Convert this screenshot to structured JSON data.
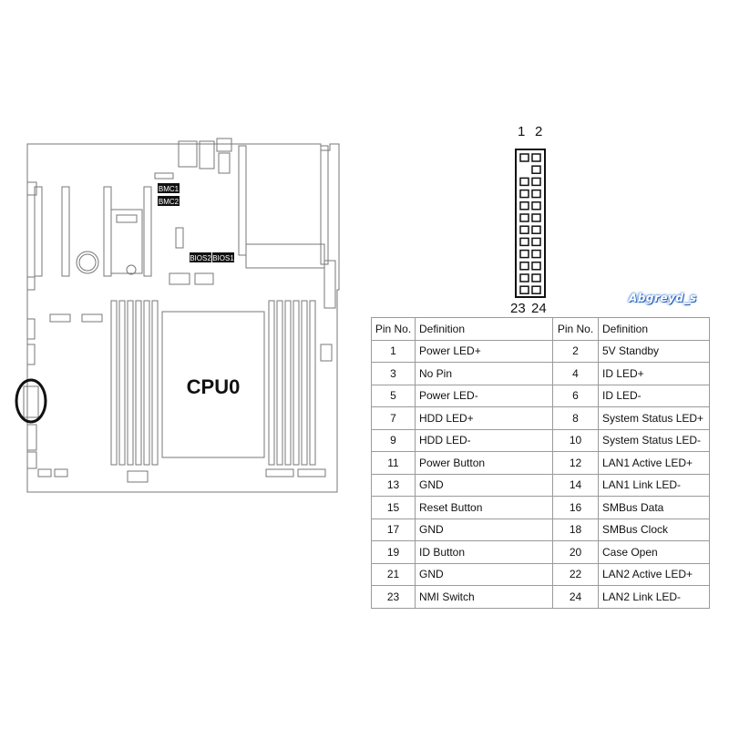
{
  "board": {
    "cpu_label": "CPU0",
    "bmc1_label": "BMC1",
    "bmc2_label": "BMC2",
    "bios2_label": "BIOS2",
    "bios1_label": "BIOS1"
  },
  "header": {
    "top_left": "1",
    "top_right": "2",
    "bottom_left": "23",
    "bottom_right": "24"
  },
  "watermark": "Abgreyd_s",
  "table": {
    "col_pin": "Pin No.",
    "col_def": "Definition",
    "rows": [
      {
        "l_pin": "1",
        "l_def": "Power LED+",
        "r_pin": "2",
        "r_def": "5V Standby"
      },
      {
        "l_pin": "3",
        "l_def": "No Pin",
        "r_pin": "4",
        "r_def": "ID LED+"
      },
      {
        "l_pin": "5",
        "l_def": "Power LED-",
        "r_pin": "6",
        "r_def": "ID LED-"
      },
      {
        "l_pin": "7",
        "l_def": "HDD LED+",
        "r_pin": "8",
        "r_def": "System Status LED+"
      },
      {
        "l_pin": "9",
        "l_def": "HDD LED-",
        "r_pin": "10",
        "r_def": "System Status LED-"
      },
      {
        "l_pin": "11",
        "l_def": "Power Button",
        "r_pin": "12",
        "r_def": "LAN1 Active LED+"
      },
      {
        "l_pin": "13",
        "l_def": "GND",
        "r_pin": "14",
        "r_def": "LAN1 Link LED-"
      },
      {
        "l_pin": "15",
        "l_def": "Reset Button",
        "r_pin": "16",
        "r_def": "SMBus Data"
      },
      {
        "l_pin": "17",
        "l_def": "GND",
        "r_pin": "18",
        "r_def": "SMBus Clock"
      },
      {
        "l_pin": "19",
        "l_def": "ID Button",
        "r_pin": "20",
        "r_def": "Case Open"
      },
      {
        "l_pin": "21",
        "l_def": "GND",
        "r_pin": "22",
        "r_def": "LAN2 Active LED+"
      },
      {
        "l_pin": "23",
        "l_def": "NMI Switch",
        "r_pin": "24",
        "r_def": "LAN2 Link LED-"
      }
    ]
  }
}
